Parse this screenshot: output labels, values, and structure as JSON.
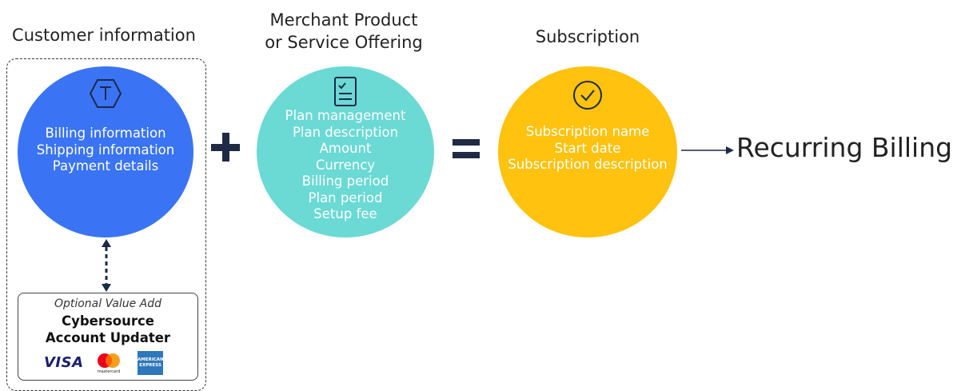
{
  "customer": {
    "heading": "Customer information",
    "items": [
      "Billing information",
      "Shipping information",
      "Payment details"
    ],
    "color": "#3a74f5",
    "icon": "tokenization-hexagon-icon"
  },
  "addon": {
    "tag": "Optional Value Add",
    "title_line1": "Cybersource",
    "title_line2": "Account Updater",
    "visa": "VISA",
    "mastercard": "mastercard",
    "amex_line1": "AMERICAN",
    "amex_line2": "EXPRESS"
  },
  "offering": {
    "heading_line1": "Merchant Product",
    "heading_line2": "or Service Offering",
    "items": [
      "Plan management",
      "Plan description",
      "Amount",
      "Currency",
      "Billing period",
      "Plan period",
      "Setup fee"
    ],
    "color": "#6bd9d4",
    "icon": "checklist-document-icon"
  },
  "subscription": {
    "heading": "Subscription",
    "items": [
      "Subscription name",
      "Start date",
      "Subscription description"
    ],
    "color": "#ffc20e",
    "icon": "check-circle-icon"
  },
  "operators": {
    "plus": "plus-icon",
    "equals": "equals-icon"
  },
  "result": {
    "label": "Recurring Billing"
  }
}
